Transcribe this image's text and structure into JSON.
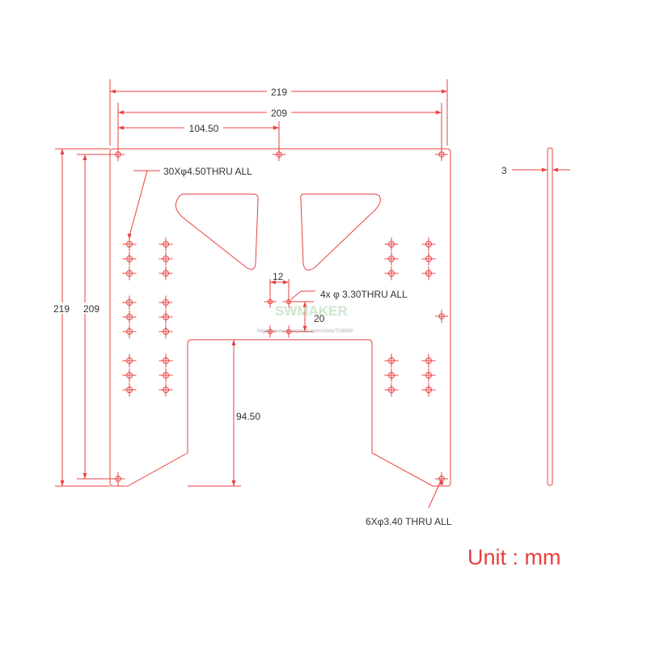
{
  "colors": {
    "line": "#e84040",
    "text": "#333333",
    "watermark": "#b9dcb9"
  },
  "dimensions": {
    "overall_width": "219",
    "hole_span_width": "209",
    "half_hole_span": "104.50",
    "overall_height": "219",
    "hole_span_height": "209",
    "cutout_depth": "94.50",
    "thickness": "3",
    "center_hole_spacing_x": "12",
    "center_hole_spacing_y": "20"
  },
  "callouts": {
    "mount_holes": "30Xφ4.50THRU ALL",
    "center_holes": "4x φ 3.30THRU ALL",
    "corner_holes": "6Xφ3.40 THRU ALL"
  },
  "watermark": {
    "brand": "SWMAKER",
    "url": "https://www.aliexpress.com/store/718699"
  },
  "unit_label": "Unit : mm"
}
